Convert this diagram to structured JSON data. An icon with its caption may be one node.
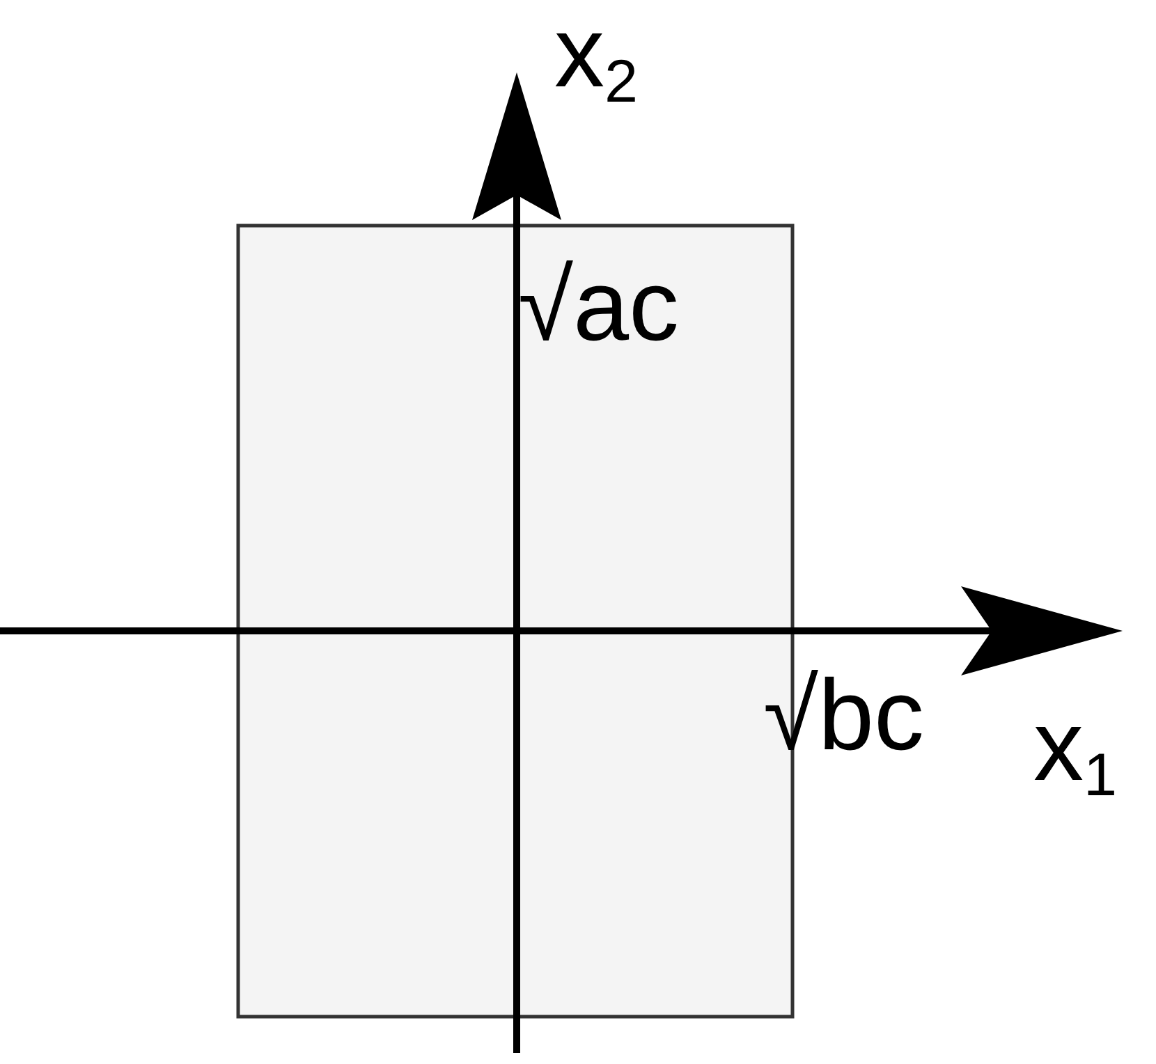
{
  "diagram": {
    "labels": [
      "x$_{2}$",
      "√ac",
      "√bc",
      "x$_{1}$"
    ]
  }
}
